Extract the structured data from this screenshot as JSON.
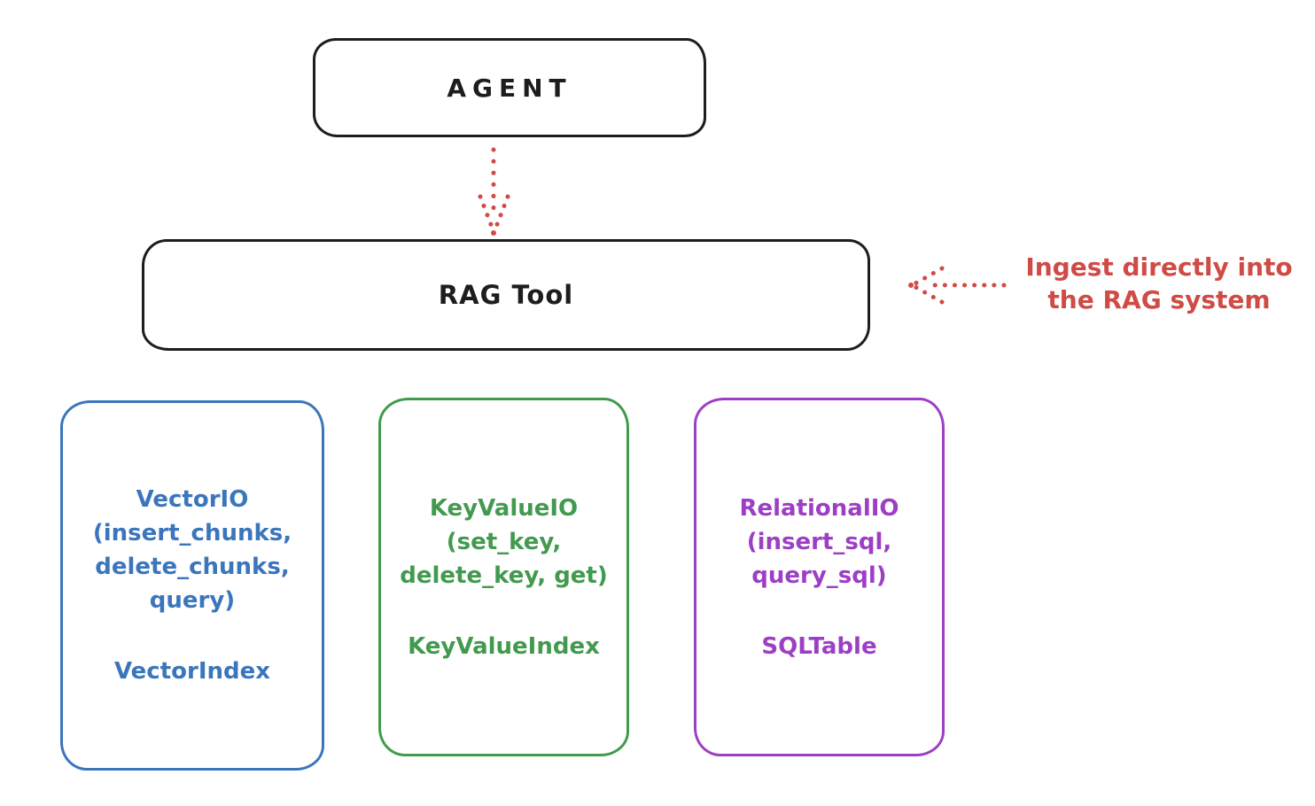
{
  "agent": {
    "label": "AGENT"
  },
  "rag_tool": {
    "label": "RAG Tool"
  },
  "annotation": {
    "line1": "Ingest directly into",
    "line2": "the RAG system"
  },
  "backends": {
    "vector": {
      "title_lines": [
        "VectorIO",
        "(insert_chunks,",
        "delete_chunks,",
        "query)"
      ],
      "index_label": "VectorIndex"
    },
    "keyvalue": {
      "title_lines": [
        "KeyValueIO",
        "(set_key,",
        "delete_key, get)"
      ],
      "index_label": "KeyValueIndex"
    },
    "relational": {
      "title_lines": [
        "RelationalIO",
        "(insert_sql,",
        "query_sql)"
      ],
      "index_label": "SQLTable"
    }
  },
  "colors": {
    "ink": "#1d1d1d",
    "red": "#d04b46",
    "blue": "#3b76bc",
    "green": "#429a4f",
    "purple": "#9d3fc4",
    "background": "#ffffff"
  }
}
